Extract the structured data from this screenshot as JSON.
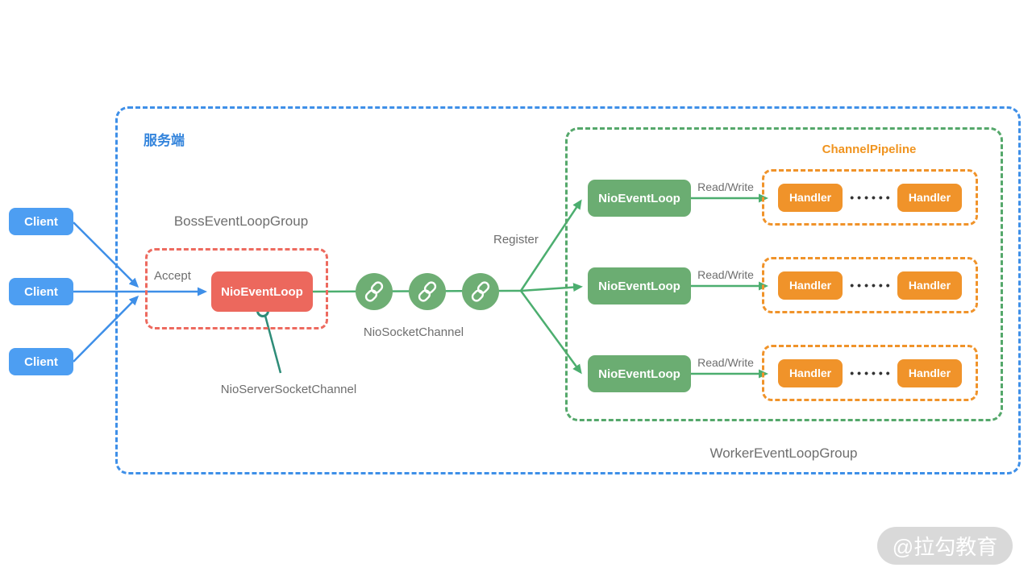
{
  "colors": {
    "client_blue": "#4d9ef2",
    "blue_border": "#3e8fe8",
    "server_title_blue": "#3585dc",
    "boss_red": "#ec685d",
    "red_border": "#ed6a5f",
    "worker_green": "#6bad72",
    "green_border": "#55a86b",
    "green_arrow": "#4cae6f",
    "teal_pointer": "#2e8c78",
    "orange": "#f0932a",
    "orange_title": "#f0941f",
    "gray_text": "#6e6e6e",
    "watermark_bg": "#d9d9d9"
  },
  "server_group": {
    "title": "服务端"
  },
  "clients": [
    {
      "label": "Client"
    },
    {
      "label": "Client"
    },
    {
      "label": "Client"
    }
  ],
  "boss": {
    "title": "BossEventLoopGroup",
    "accept_label": "Accept",
    "event_loop_label": "NioEventLoop",
    "server_socket_channel_label": "NioServerSocketChannel"
  },
  "channel": {
    "socket_channel_label": "NioSocketChannel",
    "register_label": "Register"
  },
  "worker": {
    "title": "WorkerEventLoopGroup",
    "pipeline_title": "ChannelPipeline",
    "rows": [
      {
        "loop_label": "NioEventLoop",
        "rw_label": "Read/Write",
        "handler1": "Handler",
        "dots": "••••••",
        "handler2": "Handler"
      },
      {
        "loop_label": "NioEventLoop",
        "rw_label": "Read/Write",
        "handler1": "Handler",
        "dots": "••••••",
        "handler2": "Handler"
      },
      {
        "loop_label": "NioEventLoop",
        "rw_label": "Read/Write",
        "handler1": "Handler",
        "dots": "••••••",
        "handler2": "Handler"
      }
    ]
  },
  "watermark": {
    "text": "@拉勾教育"
  }
}
